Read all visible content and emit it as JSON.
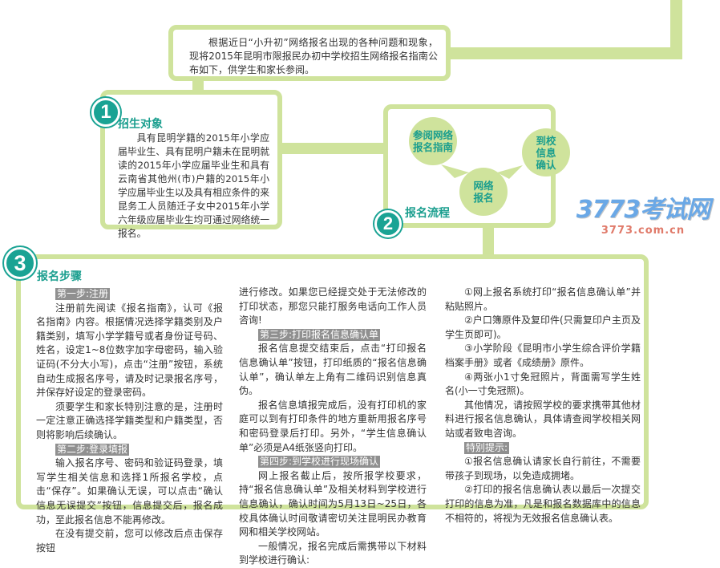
{
  "intro": "根据近日“小升初”网络报名出现的各种问题和现象，现将2015年昆明市限报民办初中学校招生网络报名指南公布如下，供学生和家长参阅。",
  "section1": {
    "number": "1",
    "title": "招生对象",
    "text": "具有昆明学籍的2015年小学应届毕业生、具有昆明户籍未在昆明就读的2015年小学应届毕业生和具有云南省其他州(市)户籍的2015年小学应届毕业生以及具有相应条件的来昆务工人员随迁子女中2015年小学六年级应届毕业生均可通过网络统一报名。"
  },
  "section2": {
    "number": "2",
    "title": "报名流程",
    "steps": [
      "参阅网络\n报名指南",
      "网络\n报名",
      "到校\n信息\n确认"
    ]
  },
  "section3": {
    "number": "3",
    "title": "报名步骤",
    "columns": [
      [
        {
          "type": "label",
          "text": "第一步:注册"
        },
        {
          "type": "p",
          "text": "注册前先阅读《报名指南》，认可《报名指南》内容。根据情况选择学籍类别及户籍类别，填写小学学籍号或者身份证号码、姓名，设定1~8位数字加字母密码，输入验证码(不分大小写)，点击“注册”按钮，系统自动生成报名序号，请及时记录报名序号，并保存好设定的登录密码。"
        },
        {
          "type": "p",
          "text": "须要学生和家长特别注意的是，注册时一定注意正确选择学籍类型和户籍类型，否则将影响后续确认。"
        },
        {
          "type": "label",
          "text": "第二步:登录填报"
        },
        {
          "type": "p",
          "text": "输入报名序号、密码和验证码登录，填写学生相关信息和选择1所报名学校，点击“保存”。如果确认无误，可以点击“确认信息无误提交”按钮，信息提交后，报名成功，至此报名信息不能再修改。"
        },
        {
          "type": "p",
          "text": "在没有提交前，您可以修改后点击保存按钮"
        }
      ],
      [
        {
          "type": "cont",
          "text": "进行修改。如果您已经提交处于无法修改的打印状态，那您只能打服务电话向工作人员咨询!"
        },
        {
          "type": "label",
          "text": "第三步:打印报名信息确认单"
        },
        {
          "type": "p",
          "text": "报名信息提交结束后，点击“打印报名信息确认单”按钮，打印纸质的“报名信息确认单”，确认单左上角有二维码识别信息真伪。"
        },
        {
          "type": "p",
          "text": "报名信息填报完成后，没有打印机的家庭可以到有打印条件的地方重新用报名序号和密码登录后打印。另外，“学生信息确认单”必须是A4纸张竖向打印。"
        },
        {
          "type": "label",
          "text": "第四步:到学校进行现场确认"
        },
        {
          "type": "p",
          "text": "网上报名截止后，按所报学校要求，持“报名信息确认单”及相关材料到学校进行信息确认，确认时间为5月13日~25日，各校具体确认时间敬请密切关注昆明民办教育网和相关学校网站。"
        },
        {
          "type": "p",
          "text": "一般情况，报名完成后需携带以下材料到学校进行确认:"
        }
      ],
      [
        {
          "type": "p",
          "text": "①网上报名系统打印“报名信息确认单”并粘贴照片。"
        },
        {
          "type": "p",
          "text": "②户口簿原件及复印件(只需复印户主页及学生页即可)。"
        },
        {
          "type": "p",
          "text": "③小学阶段《昆明市小学生综合评价学籍档案手册》或者《成绩册》原件。"
        },
        {
          "type": "p",
          "text": "④两张小1寸免冠照片，背面需写学生姓名(小一寸免冠照)。"
        },
        {
          "type": "p",
          "text": "其他情况，请按照学校的要求携带其他材料进行报名信息确认，具体请查阅学校相关网站或者致电咨询。"
        },
        {
          "type": "label",
          "text": "特别提示:"
        },
        {
          "type": "p",
          "text": "①报名信息确认请家长自行前往，不需要带孩子到现场，以免造成拥堵。"
        },
        {
          "type": "p",
          "text": "②打印的报名信息确认表以最后一次提交打印的信息为准，凡是和报名数据库中的信息不相符的，将视为无效报名信息确认表。"
        }
      ]
    ]
  },
  "watermark": {
    "logo": "3773考试网",
    "url": "3773.com.cn"
  },
  "colors": {
    "green": "#cfe39c",
    "teal": "#1aa394",
    "label_bg": "#909090"
  }
}
